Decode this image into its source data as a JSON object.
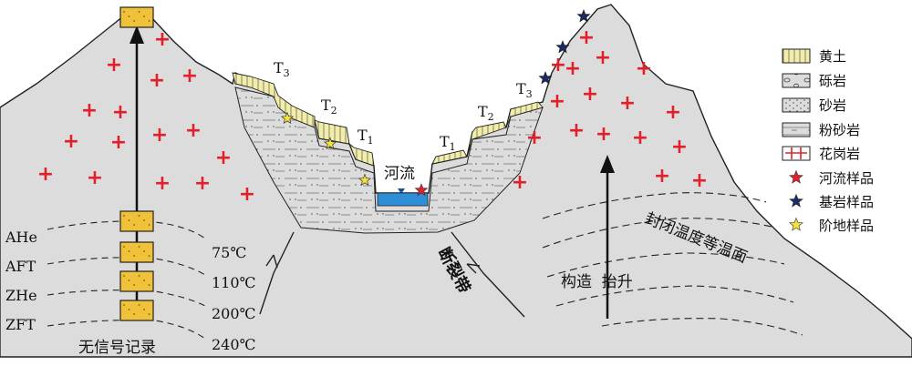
{
  "terraces": {
    "left": [
      "T3",
      "T2",
      "T1"
    ],
    "right": [
      "T1",
      "T2",
      "T3"
    ],
    "letter": "T",
    "subs_left": [
      "3",
      "2",
      "1"
    ],
    "subs_right": [
      "1",
      "2",
      "3"
    ]
  },
  "river_label": "河流",
  "fault_label": "断裂带",
  "isotherm_label": "封闭温度等温面",
  "uplift_label": "构造  抬升",
  "no_signal_label": "无信号记录",
  "systems": [
    {
      "name": "AHe",
      "temp": "75℃"
    },
    {
      "name": "AFT",
      "temp": "110℃"
    },
    {
      "name": "ZHe",
      "temp": "200℃"
    },
    {
      "name": "ZFT",
      "temp": "240℃"
    }
  ],
  "legend": [
    {
      "label": "黄土",
      "icon": "loess-swatch"
    },
    {
      "label": "砾岩",
      "icon": "conglomerate-swatch"
    },
    {
      "label": "砂岩",
      "icon": "sandstone-swatch"
    },
    {
      "label": "粉砂岩",
      "icon": "siltstone-swatch"
    },
    {
      "label": "花岗岩",
      "icon": "granite-swatch"
    },
    {
      "label": "河流样品",
      "icon": "red-star-icon"
    },
    {
      "label": "基岩样品",
      "icon": "navy-star-icon"
    },
    {
      "label": "阶地样品",
      "icon": "yellow-star-icon"
    }
  ],
  "colors": {
    "rock": "#dcdcdc",
    "loess": "#f2eeaa",
    "sample_box": "#f0c23a",
    "river": "#2e8fd6",
    "granite_plus": "#e0202a",
    "star_red": "#e0202a",
    "star_navy": "#1c2a66",
    "star_yellow": "#f5e23a"
  }
}
